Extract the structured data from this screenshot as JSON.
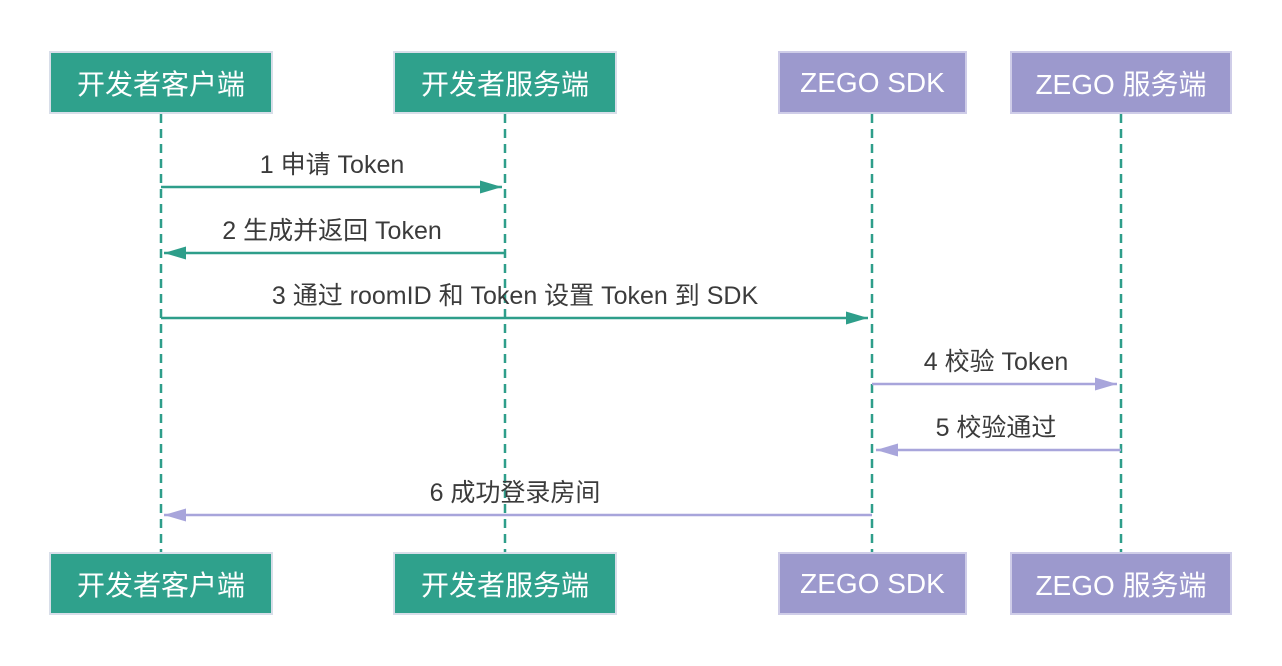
{
  "diagram": {
    "type": "sequence",
    "participants": [
      {
        "id": "dev-client",
        "label": "开发者客户端",
        "color": "teal"
      },
      {
        "id": "dev-server",
        "label": "开发者服务端",
        "color": "teal"
      },
      {
        "id": "zego-sdk",
        "label": "ZEGO SDK",
        "color": "purple"
      },
      {
        "id": "zego-server",
        "label": "ZEGO 服务端",
        "color": "purple"
      }
    ],
    "messages": [
      {
        "seq": 1,
        "label": "1 申请 Token",
        "from": "dev-client",
        "to": "dev-server",
        "direction": "right",
        "color": "teal"
      },
      {
        "seq": 2,
        "label": "2 生成并返回 Token",
        "from": "dev-server",
        "to": "dev-client",
        "direction": "left",
        "color": "teal"
      },
      {
        "seq": 3,
        "label": "3 通过 roomID 和 Token 设置 Token 到 SDK",
        "from": "dev-client",
        "to": "zego-sdk",
        "direction": "right",
        "color": "teal"
      },
      {
        "seq": 4,
        "label": "4 校验 Token",
        "from": "zego-sdk",
        "to": "zego-server",
        "direction": "right",
        "color": "purple"
      },
      {
        "seq": 5,
        "label": "5 校验通过",
        "from": "zego-server",
        "to": "zego-sdk",
        "direction": "left",
        "color": "purple"
      },
      {
        "seq": 6,
        "label": "6 成功登录房间",
        "from": "zego-sdk",
        "to": "dev-client",
        "direction": "left",
        "color": "purple"
      }
    ],
    "colors": {
      "teal": "#2FA18C",
      "purple": "#9C99CD",
      "teal_line": "#2E9E8A",
      "purple_line": "#A8A5DB",
      "box_border_teal": "#D8DEE9",
      "box_border_purple": "#CFCDE8",
      "text": "#3B3B3B",
      "label_text": "#FFFFFF",
      "background": "#FFFFFF"
    }
  }
}
